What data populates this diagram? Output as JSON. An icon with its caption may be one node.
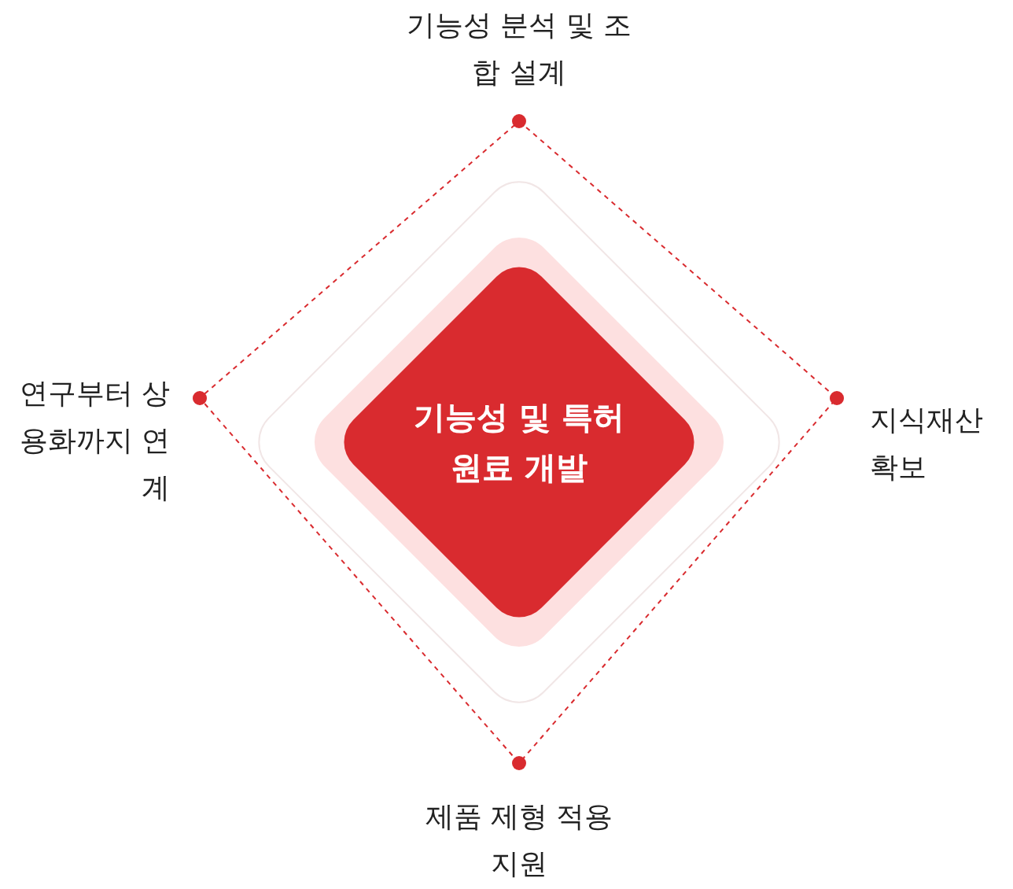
{
  "diagram": {
    "nodes": [
      {
        "text": [
          "기능성 및 특허 원료 개발"
        ]
      }
    ],
    "labels": [
      "기능성 분석 및 조합 설계",
      "연구부터 상용화까지 연계",
      "지식재산 확보",
      "제품 제형 적용 지원"
    ]
  }
}
